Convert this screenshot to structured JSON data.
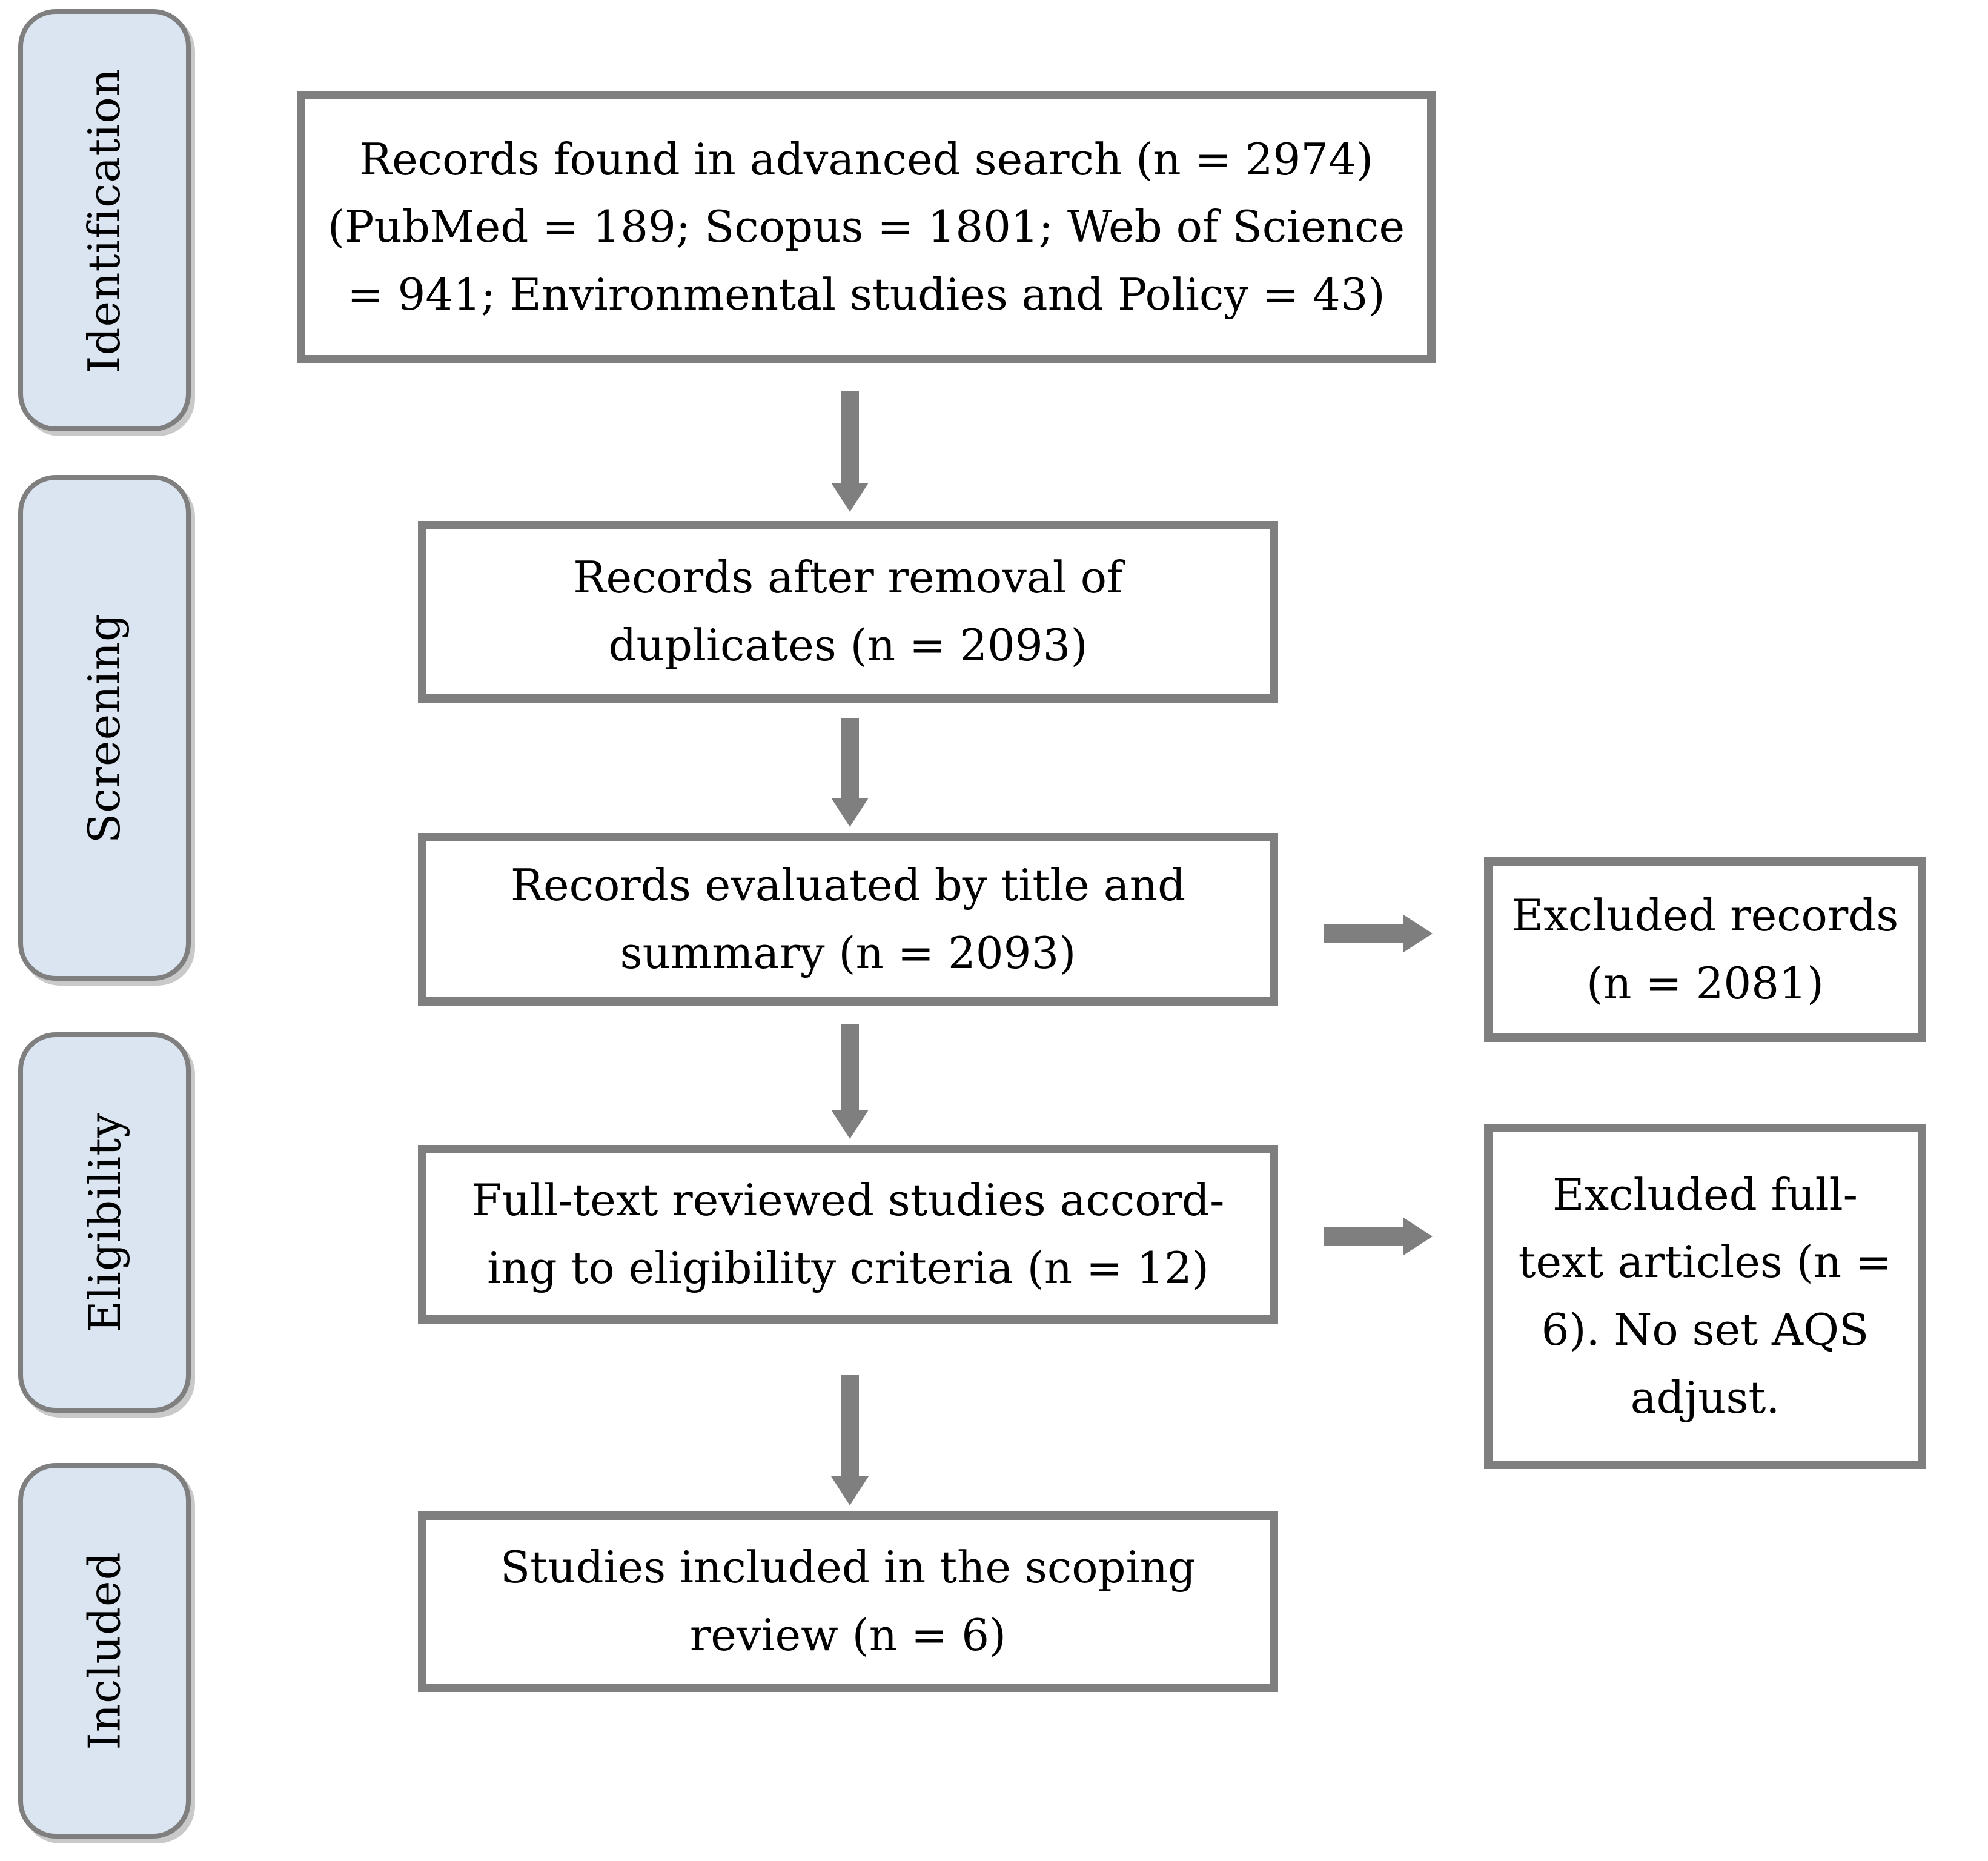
{
  "figure": {
    "type": "prisma-flow-diagram",
    "colors": {
      "stage_fill": "#dbe5f1",
      "line_gray": "#7f7f7f",
      "box_fill": "#ffffff",
      "text": "#000000"
    }
  },
  "sidebar": {
    "stages": [
      {
        "label": "Identification"
      },
      {
        "label": "Screening"
      },
      {
        "label": "Eligibility"
      },
      {
        "label": "Included"
      }
    ]
  },
  "flow": {
    "records_found": {
      "lines": [
        "Records found in advanced search (n = 2974)",
        "(PubMed = 189; Scopus = 1801; Web of Science",
        "= 941; Environmental studies and Policy = 43)"
      ]
    },
    "after_duplicates": {
      "lines": [
        "Records after removal of",
        "duplicates (n = 2093)"
      ]
    },
    "title_summary": {
      "lines": [
        "Records evaluated by title and",
        "summary (n = 2093)"
      ]
    },
    "full_text": {
      "lines": [
        "Full-text reviewed studies accord-",
        "ing to eligibility criteria (n = 12)"
      ]
    },
    "included_studies": {
      "lines": [
        "Studies included in the scoping",
        "review (n = 6)"
      ]
    }
  },
  "side": {
    "excluded_records": {
      "lines": [
        "Excluded records",
        "(n = 2081)"
      ]
    },
    "excluded_full_text": {
      "lines": [
        "Excluded full-",
        "text articles (n =",
        "6). No set AQS",
        "adjust."
      ]
    }
  },
  "arrows": [
    {
      "name": "down-arrow-1",
      "direction": "down"
    },
    {
      "name": "down-arrow-2",
      "direction": "down"
    },
    {
      "name": "right-arrow-1",
      "direction": "right"
    },
    {
      "name": "down-arrow-3",
      "direction": "down"
    },
    {
      "name": "right-arrow-2",
      "direction": "right"
    },
    {
      "name": "down-arrow-4",
      "direction": "down"
    }
  ]
}
